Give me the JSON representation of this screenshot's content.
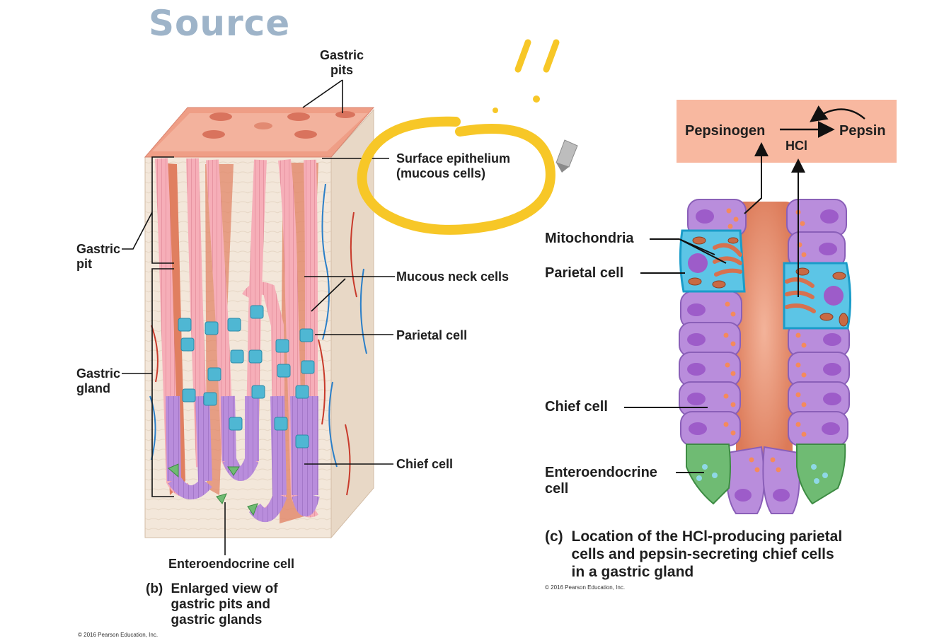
{
  "header": {
    "title": "Source"
  },
  "panel_b": {
    "labels": {
      "gastric_pits": [
        "Gastric",
        "pits"
      ],
      "surface_epithelium": [
        "Surface epithelium",
        "(mucous cells)"
      ],
      "gastric_pit": [
        "Gastric",
        "pit"
      ],
      "mucous_neck_cells": "Mucous neck cells",
      "parietal_cell": "Parietal cell",
      "gastric_gland": [
        "Gastric",
        "gland"
      ],
      "chief_cell": "Chief cell",
      "enteroendocrine_cell": "Enteroendocrine cell"
    },
    "caption": {
      "letter": "(b)",
      "lines": [
        "Enlarged view of",
        "gastric pits and",
        "gastric glands"
      ]
    },
    "copyright": "© 2016 Pearson Education, Inc."
  },
  "panel_c": {
    "reaction": {
      "reactant": "Pepsinogen",
      "product": "Pepsin",
      "catalyst": "HCl"
    },
    "labels": {
      "mitochondria": "Mitochondria",
      "parietal_cell": "Parietal cell",
      "chief_cell": "Chief cell",
      "enteroendocrine_cell": [
        "Enteroendocrine",
        "cell"
      ]
    },
    "caption": {
      "letter": "(c)",
      "lines": [
        "Location of the HCl-producing parietal",
        "cells and pepsin-secreting chief cells",
        "in a gastric gland"
      ]
    },
    "copyright": "© 2016 Pearson Education, Inc."
  },
  "annotation": {
    "marks": "!!",
    "highlight_color": "#f7c727"
  },
  "colors": {
    "tissue": "#f2e4d6",
    "mucosa_top": "#e9a08a",
    "lumen": "#d6714f",
    "mucous_cell": "#f4a7b2",
    "parietal": "#4fb7d3",
    "chief": "#b68ad9",
    "enteroendocrine": "#6fbb73",
    "reaction_box": "#f8b8a0"
  }
}
